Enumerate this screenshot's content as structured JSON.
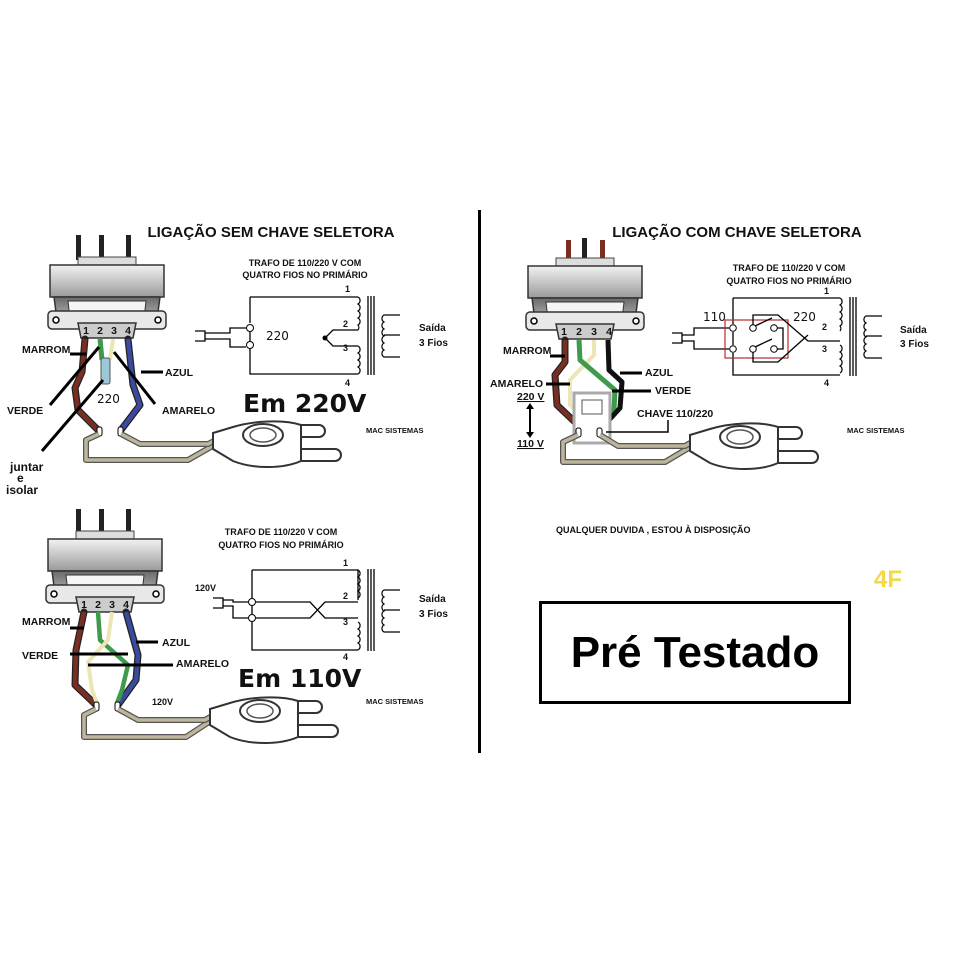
{
  "left_top": {
    "title": "LIGAÇÃO SEM CHAVE SELETORA",
    "trafo_line1": "TRAFO DE 110/220 V COM",
    "trafo_line2": "QUATRO FIOS NO PRIMÁRIO",
    "pins": [
      "1",
      "2",
      "3",
      "4"
    ],
    "tap_labels": [
      "1",
      "2",
      "3",
      "4"
    ],
    "schematic_voltage": "220",
    "output_line1": "Saída",
    "output_line2": "3 Fios",
    "wire_labels": {
      "marrom": "MARROM",
      "verde": "VERDE",
      "azul": "AZUL",
      "amarelo": "AMARELO"
    },
    "join_label": [
      "juntar",
      "e",
      "isolar"
    ],
    "wire_voltage": "220",
    "mode": "Em 220V",
    "credit": "MAC SISTEMAS"
  },
  "left_bottom": {
    "trafo_line1": "TRAFO DE 110/220 V COM",
    "trafo_line2": "QUATRO FIOS NO PRIMÁRIO",
    "pins": [
      "1",
      "2",
      "3",
      "4"
    ],
    "tap_labels": [
      "1",
      "2",
      "3",
      "4"
    ],
    "schematic_voltage": "120V",
    "output_line1": "Saída",
    "output_line2": "3 Fios",
    "wire_labels": {
      "marrom": "MARROM",
      "verde": "VERDE",
      "azul": "AZUL",
      "amarelo": "AMARELO"
    },
    "plug_voltage": "120V",
    "mode": "Em 110V",
    "credit": "MAC SISTEMAS"
  },
  "right": {
    "title": "LIGAÇÃO COM CHAVE SELETORA",
    "trafo_line1": "TRAFO DE 110/220 V COM",
    "trafo_line2": "QUATRO FIOS NO PRIMÁRIO",
    "pins": [
      "1",
      "2",
      "3",
      "4"
    ],
    "tap_labels": [
      "1",
      "2",
      "3",
      "4"
    ],
    "switch_110": "110",
    "switch_220": "220",
    "output_line1": "Saída",
    "output_line2": "3 Fios",
    "wire_labels": {
      "marrom": "MARROM",
      "amarelo": "AMARELO",
      "azul": "AZUL",
      "verde": "VERDE"
    },
    "voltage_220": "220 V",
    "voltage_110": "110 V",
    "switch_label": "CHAVE 110/220",
    "credit": "MAC SISTEMAS",
    "contact": "QUALQUER DUVIDA , ESTOU À DISPOSIÇÃO",
    "code": "4F",
    "stamp": "Pré Testado"
  },
  "colors": {
    "marrom": "#7a2e22",
    "verde": "#3f9a4c",
    "azul": "#3b4a9c",
    "amarelo": "#ece6b4",
    "code": "#f2d84a",
    "switch_box": "#b03030"
  }
}
